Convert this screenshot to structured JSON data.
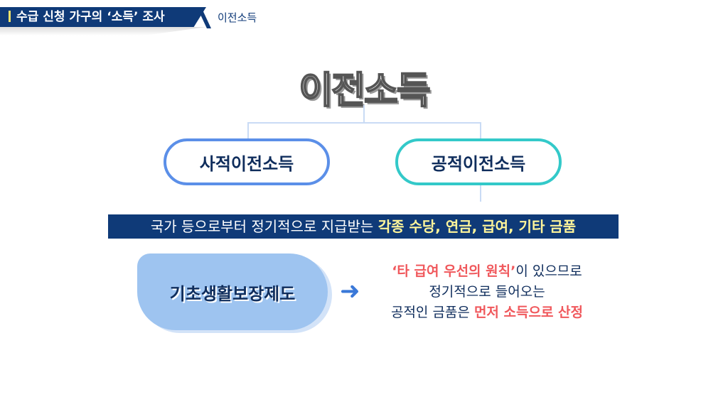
{
  "header": {
    "title": "수급 신청 가구의 ‘소득’ 조사",
    "breadcrumb": "이전소득"
  },
  "main": {
    "title": "이전소득",
    "private_label": "사적이전소득",
    "public_label": "공적이전소득",
    "band_text": "국가 등으로부터 정기적으로 지급받는 ",
    "band_highlight": "각종 수당, 연금, 급여, 기타 금품",
    "program": "기초생활보장제도",
    "desc": {
      "l1_red": "‘타 급여 우선의 원칙’",
      "l1": "이 있으므로",
      "l2": "정기적으로 들어오는",
      "l3": "공적인 금품은 ",
      "l3_red": "먼저 소득으로 산정"
    }
  },
  "colors": {
    "navy": "#0f3a78",
    "private_border": "#5b8fe8",
    "public_border": "#33c9c9",
    "red": "#f0585c"
  }
}
